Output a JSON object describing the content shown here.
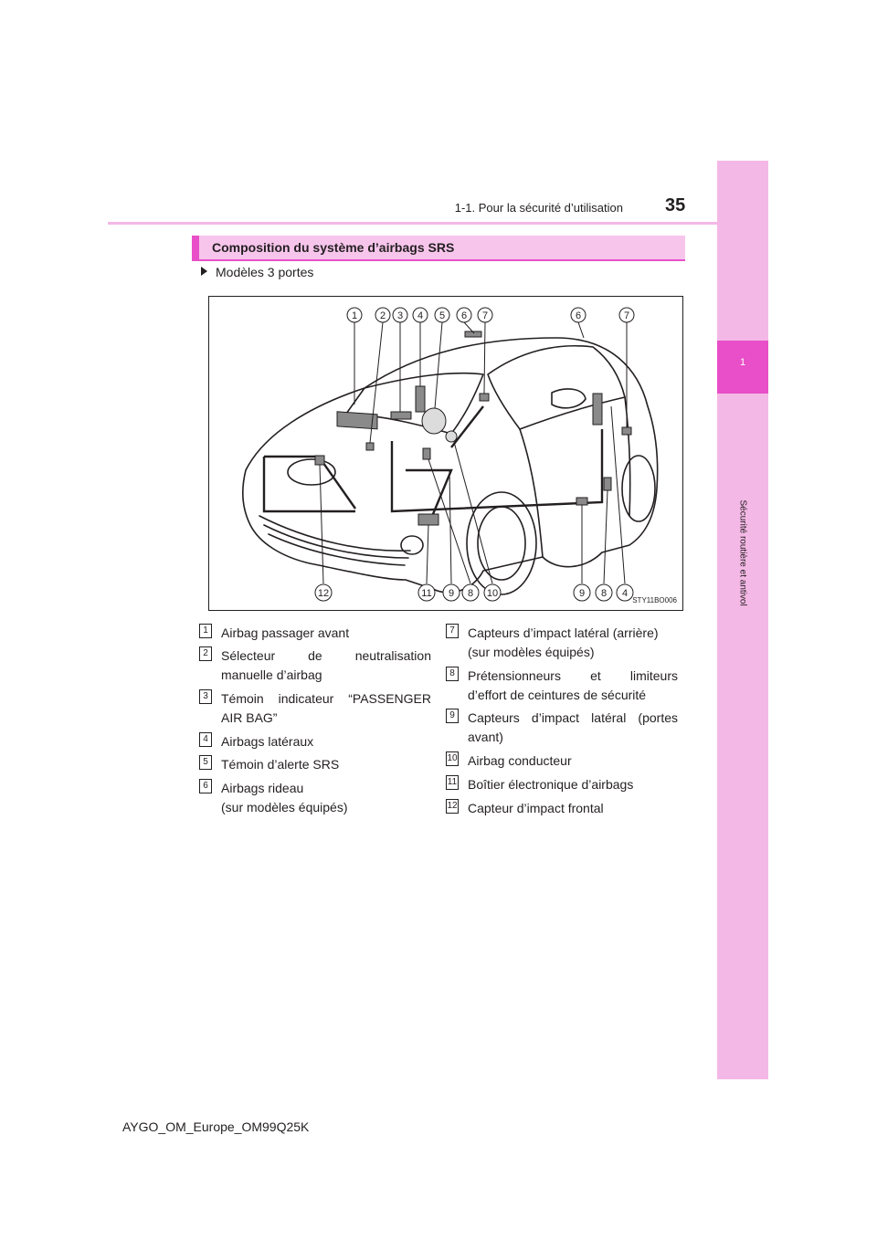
{
  "header": {
    "section": "1-1. Pour la sécurité d’utilisation",
    "page_number": "35"
  },
  "side_tab": {
    "number": "1",
    "label": "Sécurité routière et antivol"
  },
  "section_title": "Composition du système d’airbags SRS",
  "model_line": "Modèles 3 portes",
  "figure": {
    "code": "STY11BO006",
    "top_callouts": [
      "1",
      "2",
      "3",
      "4",
      "5",
      "6",
      "7",
      "6",
      "7"
    ],
    "bottom_callouts": [
      "12",
      "11",
      "9",
      "8",
      "10",
      "9",
      "8",
      "4"
    ]
  },
  "legend": [
    {
      "num": "1",
      "text": "Airbag passager avant",
      "text2": ""
    },
    {
      "num": "2",
      "text": "Sélecteur de neutralisation",
      "text2": "manuelle d’airbag"
    },
    {
      "num": "3",
      "text": "Témoin indicateur “PASSENGER",
      "text2": "AIR BAG”"
    },
    {
      "num": "4",
      "text": "Airbags latéraux",
      "text2": ""
    },
    {
      "num": "5",
      "text": "Témoin d’alerte SRS",
      "text2": ""
    },
    {
      "num": "6",
      "text": "Airbags rideau",
      "text2": "(sur modèles équipés)"
    },
    {
      "num": "7",
      "text": "Capteurs d’impact latéral (arrière)",
      "text2": "(sur modèles équipés)"
    },
    {
      "num": "8",
      "text": "Prétensionneurs et limiteurs",
      "text2": "d’effort de ceintures de sécurité"
    },
    {
      "num": "9",
      "text": "Capteurs d’impact latéral (portes",
      "text2": "avant)"
    },
    {
      "num": "10",
      "text": "Airbag conducteur",
      "text2": ""
    },
    {
      "num": "11",
      "text": "Boîtier électronique d’airbags",
      "text2": ""
    },
    {
      "num": "12",
      "text": "Capteur d’impact frontal",
      "text2": ""
    }
  ],
  "footer": "AYGO_OM_Europe_OM99Q25K"
}
